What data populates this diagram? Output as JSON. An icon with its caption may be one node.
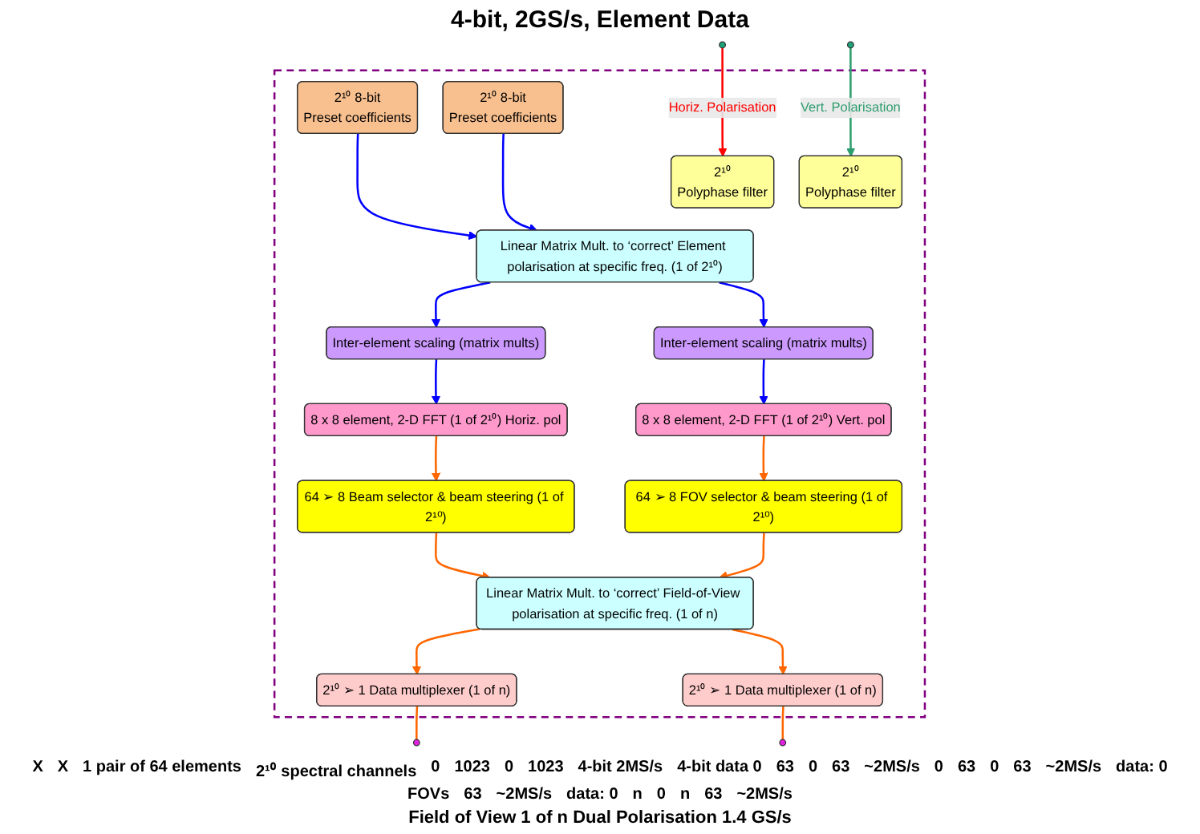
{
  "diagram": {
    "title": "4-bit, 2GS/s, Element Data",
    "caption": "Field of View 1 of n Dual Polarisation 1.4 GS/s",
    "nodes": [
      {
        "text": [],
        "shape": "box"
      },
      {
        "text": [],
        "shape": "circle"
      },
      {
        "text": [],
        "shape": "circle"
      },
      {
        "text": [
          "2¹⁰",
          "Polyphase filter"
        ],
        "in": 0
      },
      {
        "text": [
          "2¹⁰ 8-bit",
          "Preset coefficients"
        ],
        "in": 0
      },
      {
        "text": [
          "2¹⁰",
          "Polyphase filter"
        ],
        "in": 0
      },
      {
        "text": [
          "2¹⁰ 8-bit",
          "Preset coefficients"
        ],
        "in": 0
      },
      {
        "text": [
          "Linear Matrix Mult. to ‘correct’ Element polarisation at specific freq. (1 of 2¹⁰)"
        ],
        "in": 0
      },
      {
        "text": [
          "Inter-element scaling (matrix mults)"
        ],
        "in": 0
      },
      {
        "text": [
          "Inter-element scaling (matrix mults)"
        ],
        "in": 0
      },
      {
        "text": [
          "8 x 8 element, 2-D FFT (1 of 2¹⁰) Horiz. pol"
        ],
        "in": 0
      },
      {
        "text": [
          "8 x 8 element, 2-D FFT (1 of 2¹⁰) Vert. pol"
        ],
        "in": 0
      },
      {
        "text": [
          "64 ➢ 8 Beam selector & beam steering (1 of 2¹⁰)"
        ],
        "in": 0
      },
      {
        "text": [
          "64 ➢ 8 FOV selector & beam steering (1 of 2¹⁰)"
        ],
        "in": 0
      },
      {
        "text": [
          "Linear Matrix Mult. to ‘correct’ Field-of-View polarisation at specific freq. (1 of n)"
        ],
        "in": 0
      },
      {
        "text": [
          "2¹⁰ ➢ 1 Data multiplexer (1 of n)"
        ],
        "in": 0
      },
      {
        "text": [
          "2¹⁰ ➢ 1 Data multiplexer (1 of n)"
        ],
        "in": 0
      },
      {
        "text": [],
        "shape": "circle"
      },
      {
        "text": [],
        "shape": "circle"
      }
    ],
    "edges": [
      {
        "from": 1,
        "to": 3,
        "arrow": "to",
        "label": "Horiz. Polarisation",
        "color": "#ff0000"
      },
      {
        "from": 2,
        "to": 5,
        "arrow": "to",
        "label": "Vert. Polarisation",
        "color": "#2e9e6e"
      },
      {
        "from": 4,
        "to": 7,
        "arrow": "to",
        "color": "#0000ff"
      },
      {
        "from": 6,
        "to": 7,
        "arrow": "to",
        "color": "#0000ff"
      },
      {
        "from": 7,
        "to": 8,
        "arrow": "to",
        "color": "#0000ff"
      },
      {
        "from": 7,
        "to": 9,
        "arrow": "to",
        "color": "#0000ff"
      },
      {
        "from": 8,
        "to": 10,
        "arrow": "to",
        "color": "#0000ff"
      },
      {
        "from": 9,
        "to": 11,
        "arrow": "to",
        "color": "#0000ff"
      },
      {
        "from": 10,
        "to": 12,
        "arrow": "to"
      },
      {
        "from": 11,
        "to": 13,
        "arrow": "to"
      },
      {
        "from": 12,
        "to": 14,
        "arrow": "to"
      },
      {
        "from": 13,
        "to": 14,
        "arrow": "to"
      },
      {
        "from": 14,
        "to": 15,
        "arrow": "to"
      },
      {
        "from": 14,
        "to": 16,
        "arrow": "to"
      },
      {
        "from": 15,
        "to": 17,
        "arrow": "none"
      },
      {
        "from": 16,
        "to": 18,
        "arrow": "none"
      }
    ],
    "labels": [
      "X",
      "X",
      "1 pair of 64 elements",
      "2¹⁰ spectral channels",
      "0",
      "1023",
      "0",
      "1023",
      "4-bit 2MS/s",
      "4-bit data 0",
      "63",
      "0",
      "63",
      "~2MS/s",
      "0",
      "63",
      "0",
      "63",
      "~2MS/s",
      "data: 0",
      "FOVs",
      "63",
      "~2MS/s",
      "data: 0",
      "n",
      "0",
      "n",
      "63",
      "~2MS/s"
    ]
  }
}
